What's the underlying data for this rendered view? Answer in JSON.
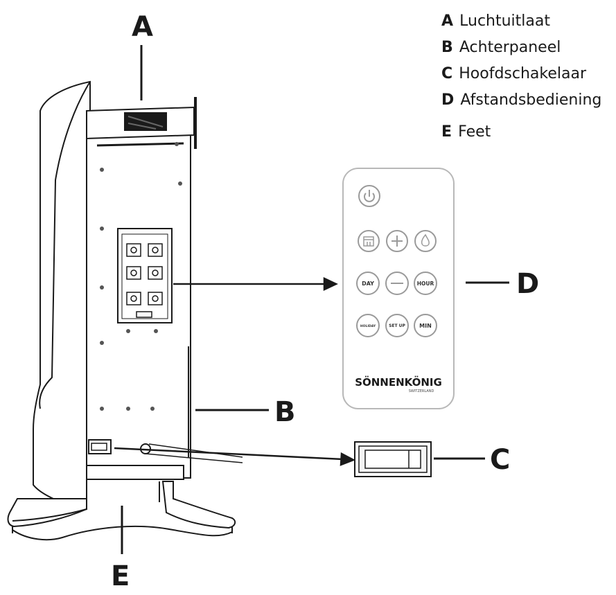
{
  "callouts": {
    "a": "A",
    "b": "B",
    "c": "C",
    "d": "D",
    "e": "E"
  },
  "legend": [
    {
      "letter": "A",
      "text": "Luchtuitlaat"
    },
    {
      "letter": "B",
      "text": "Achterpaneel"
    },
    {
      "letter": "C",
      "text": "Hoofdschakelaar"
    },
    {
      "letter": "D",
      "text": "Afstandsbediening"
    },
    {
      "letter": "E",
      "text": "Feet"
    }
  ],
  "remote": {
    "day_label": "DAY",
    "hour_label": "HOUR",
    "holiday_label": "HOLIDAY",
    "setup_label": "SET UP",
    "min_label": "MIN",
    "brand": "SÖNNENKÖNIG",
    "brand_sub": "SWITZERLAND"
  },
  "icons": {
    "power": "power-icon",
    "plus": "plus-icon",
    "minus": "minus-icon",
    "calendar": "calendar-icon",
    "flame": "flame-icon"
  },
  "colors": {
    "line": "#1a1a1a",
    "remote_outline": "#b8b8b8",
    "button_outline": "#9a9a9a"
  }
}
